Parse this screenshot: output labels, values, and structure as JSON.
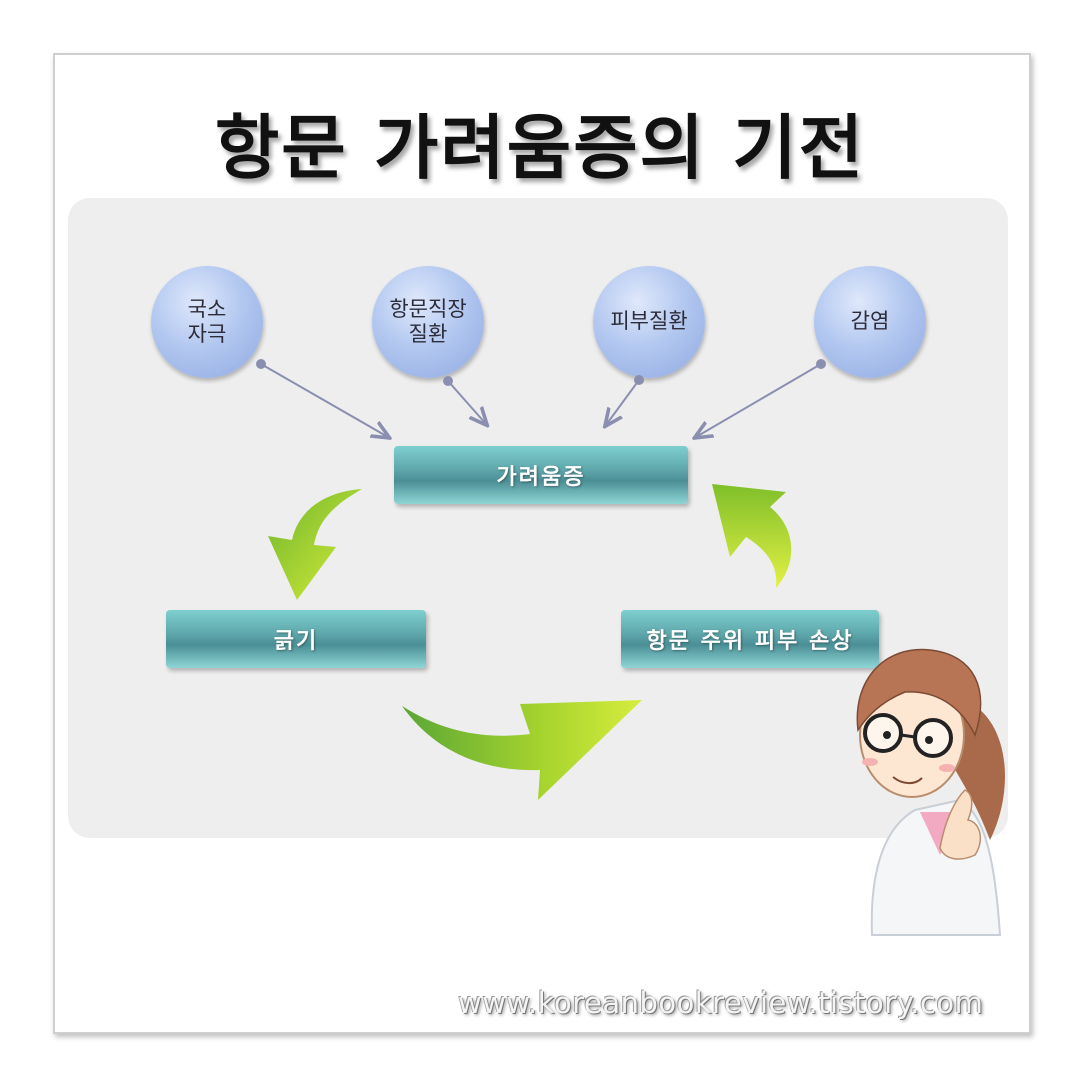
{
  "title": "항문 가려움증의 기전",
  "causes": [
    {
      "label": "국소\n자극"
    },
    {
      "label": "항문직장\n질환"
    },
    {
      "label": "피부질환"
    },
    {
      "label": "감염"
    }
  ],
  "cycle": {
    "itch": "가려움증",
    "scratch": "긁기",
    "damage": "항문 주위 피부 손상"
  },
  "watermark": "www.koreanbookreview.tistory.com",
  "colors": {
    "circle": "#a9c0ee",
    "box": "#5fa8ac",
    "arrow": "#9fd12a",
    "connector": "#8a8fb0"
  },
  "illustration": "doctor-character-icon"
}
